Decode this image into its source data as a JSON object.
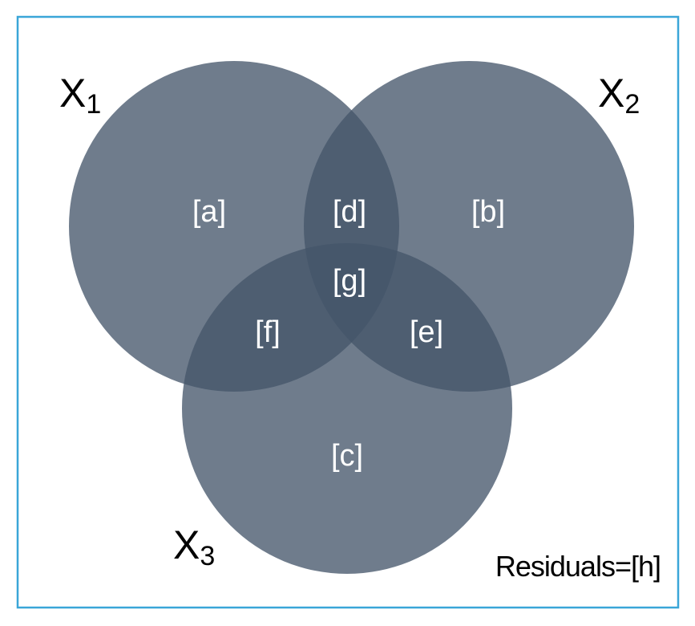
{
  "diagram": {
    "type": "venn",
    "sets": [
      {
        "name": "X",
        "subscript": "1"
      },
      {
        "name": "X",
        "subscript": "2"
      },
      {
        "name": "X",
        "subscript": "3"
      }
    ],
    "regions": {
      "a": "[a]",
      "b": "[b]",
      "c": "[c]",
      "d": "[d]",
      "e": "[e]",
      "f": "[f]",
      "g": "[g]"
    },
    "residuals": "Residuals=[h]",
    "colors": {
      "circle": "#44546a",
      "border": "#3aa6d8"
    }
  }
}
